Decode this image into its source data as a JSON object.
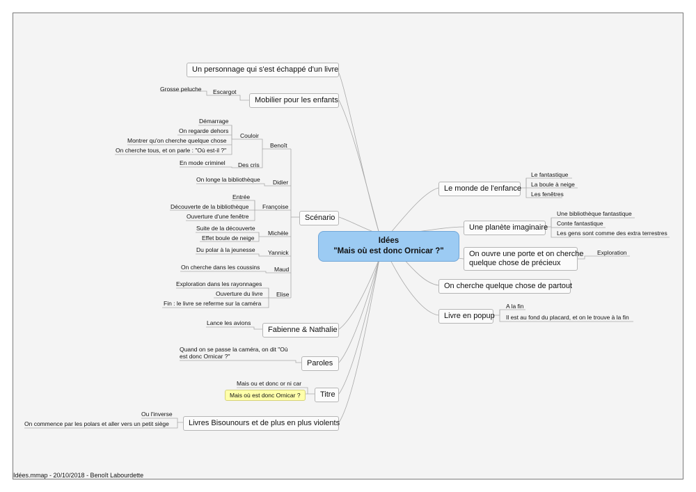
{
  "central": {
    "line1": "Idées",
    "line2": "\"Mais où est donc Ornicar ?\""
  },
  "left": {
    "personnage": "Un personnage qui s'est échappé d'un livre",
    "mobilier": "Mobilier pour les enfants",
    "escargot": "Escargot",
    "peluche": "Grosse peluche",
    "scenario": "Scénario",
    "benoit": "Benoît",
    "couloir": "Couloir",
    "demarrage": "Démarrage",
    "dehors": "On regarde dehors",
    "montrer": "Montrer qu'on cherche quelque chose",
    "cherche_tous": "On cherche tous, et on parle : \"Où est-il ?\"",
    "des_cris": "Des cris",
    "criminel": "En mode criminel",
    "didier": "Didier",
    "longe": "On longe la bibliothèque",
    "francoise": "Françoise",
    "entree": "Entrée",
    "decouverte_bib": "Découverte de la bibliothèque",
    "fenetre": "Ouverture d'une fenêtre",
    "michele": "Michèle",
    "suite": "Suite de la découverte",
    "boule": "Effet boule de neige",
    "yannick": "Yannick",
    "polar": "Du polar à la jeunesse",
    "maud": "Maud",
    "coussins": "On cherche dans les coussins",
    "elise": "Elise",
    "rayonnages": "Exploration dans les rayonnages",
    "ouverture_livre": "Ouverture du livre",
    "fin_livre": "Fin : le livre se referme sur la caméra",
    "fabienne": "Fabienne & Nathalie",
    "avions": "Lance les avions",
    "paroles": "Paroles",
    "paroles_text_1": "Quand on se passe la caméra, on dit \"Où",
    "paroles_text_2": "est donc Ornicar ?\"",
    "titre": "Titre",
    "titre_a": "Mais ou et donc or ni car",
    "titre_b": "Mais où est donc Ornicar ?",
    "livres": "Livres Bisounours et de plus en plus violents",
    "inverse": "Ou l'inverse",
    "commence": "On commence par les polars et aller vers un petit siège"
  },
  "right": {
    "monde": "Le monde de l'enfance",
    "fantastique": "Le fantastique",
    "boule": "La boule à neige",
    "fenetres": "Les fenêtres",
    "planete": "Une planète imaginaire",
    "bib_fantastique": "Une bibliothèque fantastique",
    "conte": "Conte fantastique",
    "gens": "Les gens sont comme des extra terrestres",
    "porte_1": "On ouvre une porte et on cherche",
    "porte_2": "quelque chose de précieux",
    "exploration": "Exploration",
    "partout": "On cherche quelque chose de partout",
    "popup": "Livre en popup",
    "a_la_fin": "A la fin",
    "placard": "Il est au fond du placard, et on le trouve à la fin"
  },
  "footer": "Idées.mmap - 20/10/2018 - Benoît Labourdette"
}
